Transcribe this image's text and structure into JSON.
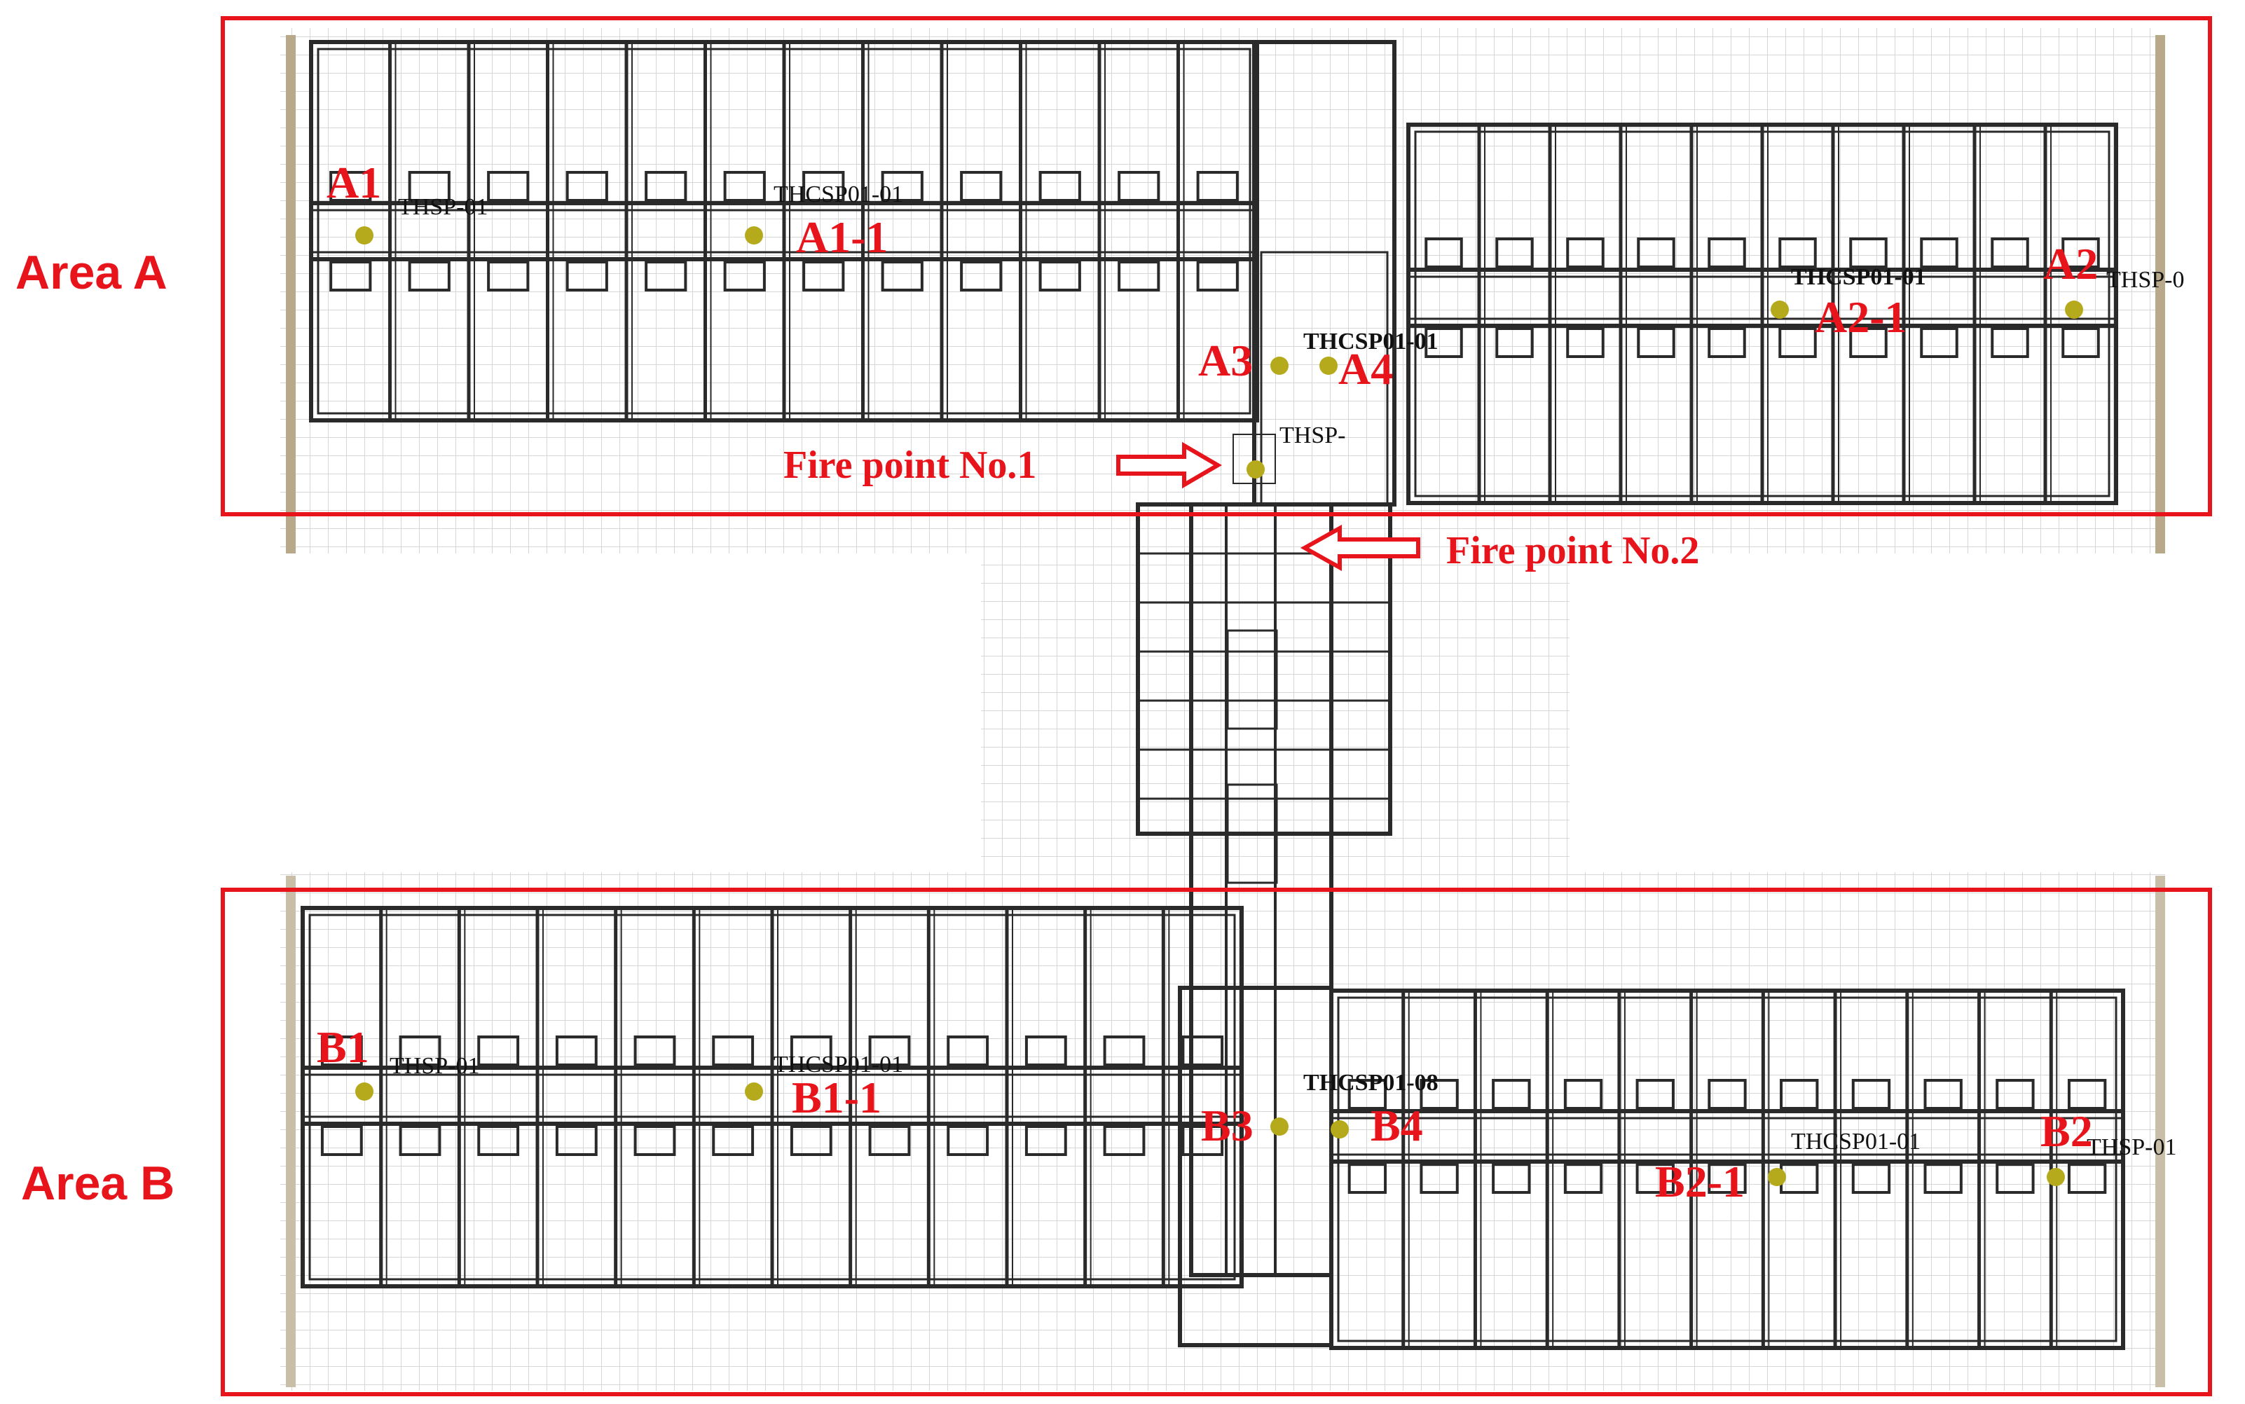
{
  "diagram": {
    "areas": [
      {
        "id": "A",
        "label": "Area A"
      },
      {
        "id": "B",
        "label": "Area B"
      }
    ],
    "sensors": [
      {
        "id": "A1",
        "label": "A1"
      },
      {
        "id": "A1-1",
        "label": "A1-1"
      },
      {
        "id": "A2",
        "label": "A2"
      },
      {
        "id": "A2-1",
        "label": "A2-1"
      },
      {
        "id": "A3",
        "label": "A3"
      },
      {
        "id": "A4",
        "label": "A4"
      },
      {
        "id": "B1",
        "label": "B1"
      },
      {
        "id": "B1-1",
        "label": "B1-1"
      },
      {
        "id": "B2",
        "label": "B2"
      },
      {
        "id": "B2-1",
        "label": "B2-1"
      },
      {
        "id": "B3",
        "label": "B3"
      },
      {
        "id": "B4",
        "label": "B4"
      }
    ],
    "fire_points": [
      {
        "id": "fp1",
        "label": "Fire point No.1"
      },
      {
        "id": "fp2",
        "label": "Fire point No.2"
      }
    ],
    "cad_tags": {
      "a1": "THSP-01",
      "a1_1": "THCSP01-01",
      "a2": "THSP-0",
      "a2_1": "THCSP01-01",
      "a4": "THCSP01-01",
      "fp1": "THSP-",
      "b1": "THSP-01",
      "b1_1": "THCSP01-01",
      "b2": "THSP-01",
      "b2_1": "THCSP01-01",
      "b4": "THCSP01-08"
    },
    "colors": {
      "annotation_red": "#e8141c",
      "sensor_dot": "#b5a91c",
      "wall": "#2a2a2a",
      "grid": "#d3d3d3"
    }
  }
}
